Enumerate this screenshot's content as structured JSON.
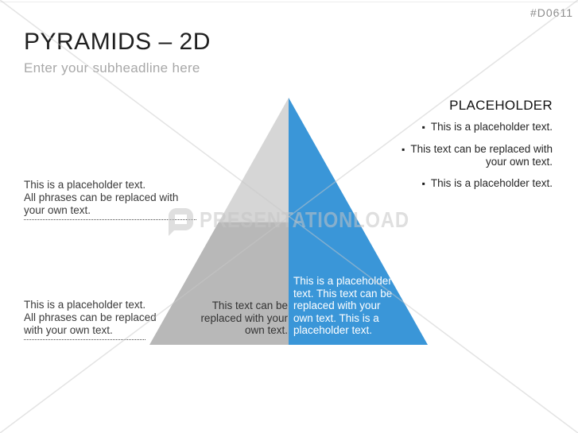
{
  "page": {
    "code": "#D0611",
    "title": "PYRAMIDS – 2D",
    "subtitle": "Enter your subheadline here"
  },
  "left_notes": [
    {
      "lines": [
        "This is a placeholder text.",
        "All phrases can be replaced with",
        "your own text."
      ]
    },
    {
      "lines": [
        "This is a placeholder text.",
        "All phrases can be replaced",
        "with your own text."
      ]
    }
  ],
  "right_panel": {
    "heading": "PLACEHOLDER",
    "bullets": [
      "This is a placeholder text.",
      "This text can be replaced with your own text.",
      "This is a placeholder text."
    ]
  },
  "pyramid": {
    "colors": {
      "light": "#d6d6d6",
      "dark": "#b8b8b8",
      "blue": "#3a96d8"
    },
    "gray_text": "This text can be replaced with your own text.",
    "blue_text": "This is a placeholder text. This text can be replaced with your own text. This is a placeholder text."
  },
  "watermark": {
    "brand": "PRESENTATIONLOAD"
  }
}
